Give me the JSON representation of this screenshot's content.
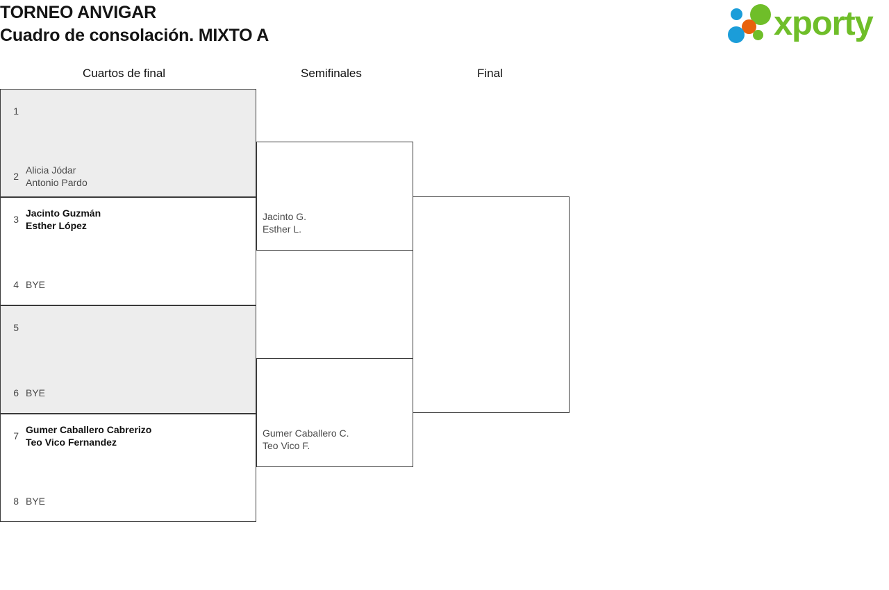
{
  "header": {
    "title_line_1": "TORNEO ANVIGAR",
    "title_line_2": "Cuadro de consolación. MIXTO A",
    "logo_text": "xporty",
    "logo_colors": {
      "green": "#6fbe29",
      "blue": "#1b9dd9",
      "orange": "#e8620c"
    }
  },
  "bracket": {
    "rounds": [
      {
        "label": "Cuartos de final"
      },
      {
        "label": "Semifinales"
      },
      {
        "label": "Final"
      }
    ],
    "quarterfinals": [
      {
        "shaded": true,
        "slots": [
          {
            "seed": "1",
            "line1": "",
            "line2": "",
            "winner": false
          },
          {
            "seed": "2",
            "line1": "Alicia Jódar",
            "line2": "Antonio Pardo",
            "winner": false
          }
        ]
      },
      {
        "shaded": false,
        "slots": [
          {
            "seed": "3",
            "line1": "Jacinto Guzmán",
            "line2": "Esther López",
            "winner": true
          },
          {
            "seed": "4",
            "line1": "BYE",
            "line2": "",
            "winner": false
          }
        ]
      },
      {
        "shaded": true,
        "slots": [
          {
            "seed": "5",
            "line1": "",
            "line2": "",
            "winner": false
          },
          {
            "seed": "6",
            "line1": "BYE",
            "line2": "",
            "winner": false
          }
        ]
      },
      {
        "shaded": false,
        "slots": [
          {
            "seed": "7",
            "line1": "Gumer Caballero Cabrerizo",
            "line2": "Teo Vico Fernandez",
            "winner": true
          },
          {
            "seed": "8",
            "line1": "BYE",
            "line2": "",
            "winner": false
          }
        ]
      }
    ],
    "semifinals": [
      {
        "line1": "Jacinto G.",
        "line2": "Esther L."
      },
      {
        "line1": "Gumer Caballero C.",
        "line2": "Teo Vico F."
      }
    ],
    "final": {
      "line1": "",
      "line2": ""
    }
  }
}
